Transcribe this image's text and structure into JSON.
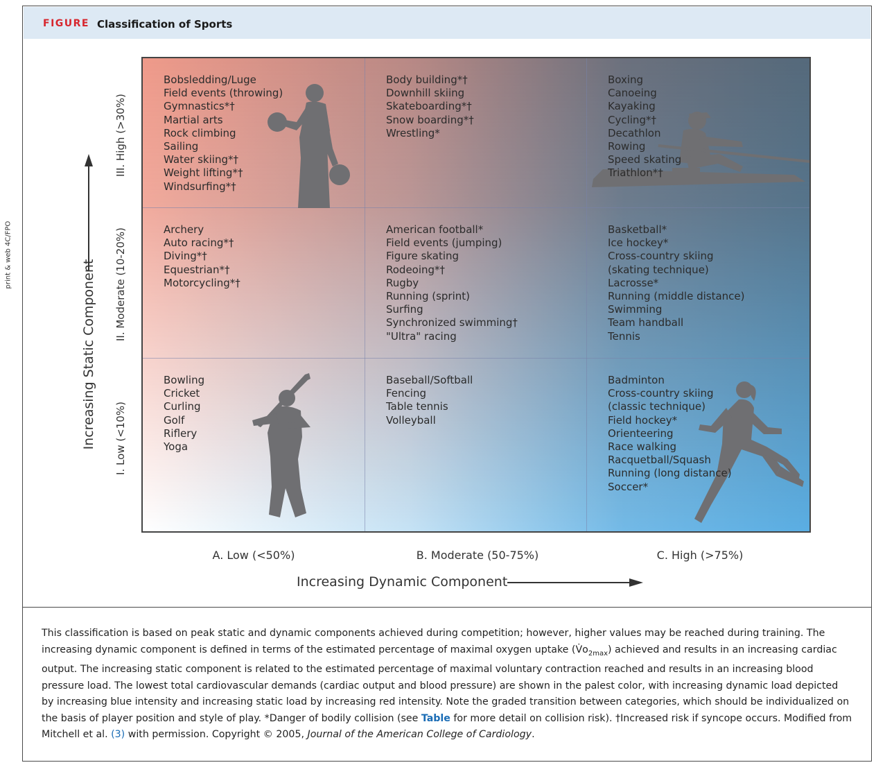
{
  "header": {
    "label": "FIGURE",
    "title": "Classification of Sports"
  },
  "side_note": "print & web 4C/FPO",
  "axes": {
    "y_title": "Increasing Static Component",
    "x_title": "Increasing Dynamic Component",
    "rows": [
      "III. High (>30%)",
      "II. Moderate (10-20%)",
      "I. Low (<10%)"
    ],
    "columns": [
      "A. Low (<50%)",
      "B. Moderate (50-75%)",
      "C. High (>75%)"
    ]
  },
  "colors": {
    "high_static": "#ef9a8a",
    "high_dynamic": "#5aaee3",
    "lowest": "#ffffff",
    "figure_label": "#d7262e",
    "header_bg": "#dde9f4"
  },
  "cells": {
    "high_low": [
      "Bobsledding/Luge",
      "Field events (throwing)",
      "Gymnastics*†",
      "Martial arts",
      "Rock climbing",
      "Sailing",
      "Water skiing*†",
      "Weight lifting*†",
      "Windsurfing*†"
    ],
    "high_moderate": [
      "Body building*†",
      "Downhill skiing",
      "Skateboarding*†",
      "Snow boarding*†",
      "Wrestling*"
    ],
    "high_high": [
      "Boxing",
      "Canoeing",
      "Kayaking",
      "Cycling*†",
      "Decathlon",
      "Rowing",
      "Speed skating",
      "Triathlon*†"
    ],
    "moderate_low": [
      "Archery",
      "Auto racing*†",
      "Diving*†",
      "Equestrian*†",
      "Motorcycling*†"
    ],
    "moderate_moderate": [
      "American football*",
      "Field events (jumping)",
      "Figure skating",
      "Rodeoing*†",
      "Rugby",
      "Running (sprint)",
      "Surfing",
      "Synchronized swimming†",
      "\"Ultra\" racing"
    ],
    "moderate_high": [
      "Basketball*",
      "Ice hockey*",
      "Cross-country skiing",
      "(skating technique)",
      "Lacrosse*",
      "Running (middle distance)",
      "Swimming",
      "Team handball",
      "Tennis"
    ],
    "low_low": [
      "Bowling",
      "Cricket",
      "Curling",
      "Golf",
      "Riflery",
      "Yoga"
    ],
    "low_moderate": [
      "Baseball/Softball",
      "Fencing",
      "Table tennis",
      "Volleyball"
    ],
    "low_high": [
      "Badminton",
      "Cross-country skiing",
      "(classic technique)",
      "Field hockey*",
      "Orienteering",
      "Race walking",
      "Racquetball/Squash",
      "Running (long distance)",
      "Soccer*"
    ]
  },
  "icons": [
    "weightlifter-silhouette-icon",
    "rower-silhouette-icon",
    "golfer-silhouette-icon",
    "runner-silhouette-icon",
    "arrow-up-icon",
    "arrow-right-icon"
  ],
  "caption": {
    "p1": "This classification is based on peak static and dynamic components achieved during competition; however, higher values may be reached during training. The increasing dynamic component is defined in terms of the estimated percentage of maximal oxygen uptake (",
    "vo2": "V̇o",
    "vo2_sub": "2max",
    "p2": ") achieved and results in an increasing cardiac output. The increasing static component is related to the estimated percentage of maximal voluntary contraction reached and results in an increasing blood pressure load. The lowest total cardiovascular demands (cardiac output and blood pressure) are shown in the palest color, with increasing dynamic load depicted by increasing blue intensity and increasing static load by increasing red intensity. Note the graded transition between categories, which should be individualized on the basis of player position and style of play. *Danger of bodily collision (see ",
    "table_link": "Table",
    "p3": " for more detail on collision risk). †Increased risk if syncope occurs. Modified from Mitchell et al. ",
    "ref_link": "(3)",
    "p4": " with permission. Copyright © 2005, ",
    "journal": "Journal of the American College of Cardiology",
    "p5": "."
  }
}
